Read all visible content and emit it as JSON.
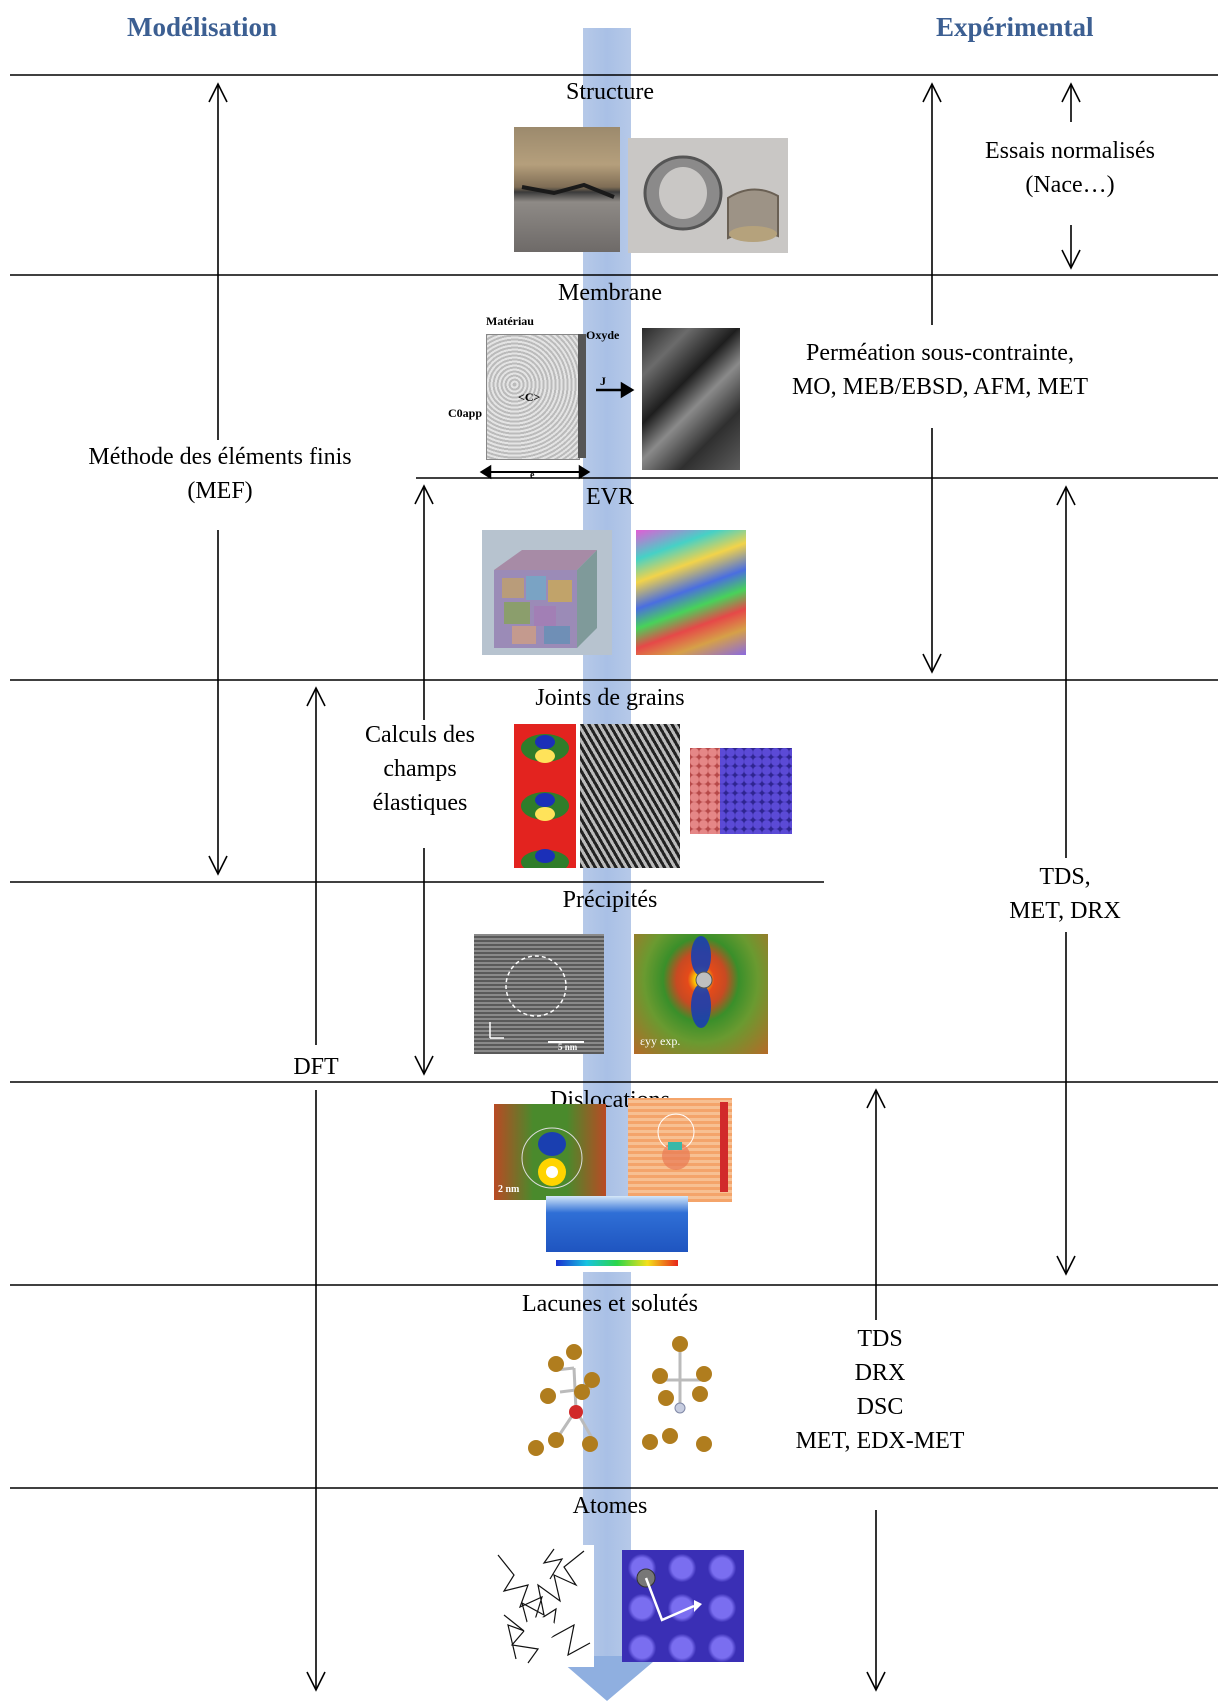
{
  "headers": {
    "left": "Modélisation",
    "right": "Expérimental"
  },
  "levels": [
    "Structure",
    "Membrane",
    "EVR",
    "Joints de grains",
    "Précipités",
    "Dislocations",
    "Lacunes et solutés",
    "Atomes"
  ],
  "modeling_methods": {
    "fem_line1": "Méthode des éléments finis",
    "fem_line2": "(MEF)",
    "elastic_line1": "Calculs des",
    "elastic_line2": "champs",
    "elastic_line3": "élastiques",
    "dft": "DFT"
  },
  "experimental_methods": {
    "standard_line1": "Essais normalisés",
    "standard_line2": "(Nace…)",
    "permeation_line1": "Perméation sous-contrainte,",
    "permeation_line2": "MO, MEB/EBSD, AFM, MET",
    "tds_line1": "TDS,",
    "tds_line2": "MET, DRX",
    "point_line1": "TDS",
    "point_line2": "DRX",
    "point_line3": "DSC",
    "point_line4": "MET, EDX-MET"
  },
  "membrane_figure": {
    "material": "Matériau",
    "oxide": "Oxyde",
    "concentration": "C0app",
    "mean_conc": "<C>",
    "flux": "J",
    "thickness": "e"
  },
  "precipitate_figure": {
    "scale": "5 nm",
    "strain_label": "εyy exp."
  },
  "dislocation_figure": {
    "scale": "2 nm"
  }
}
